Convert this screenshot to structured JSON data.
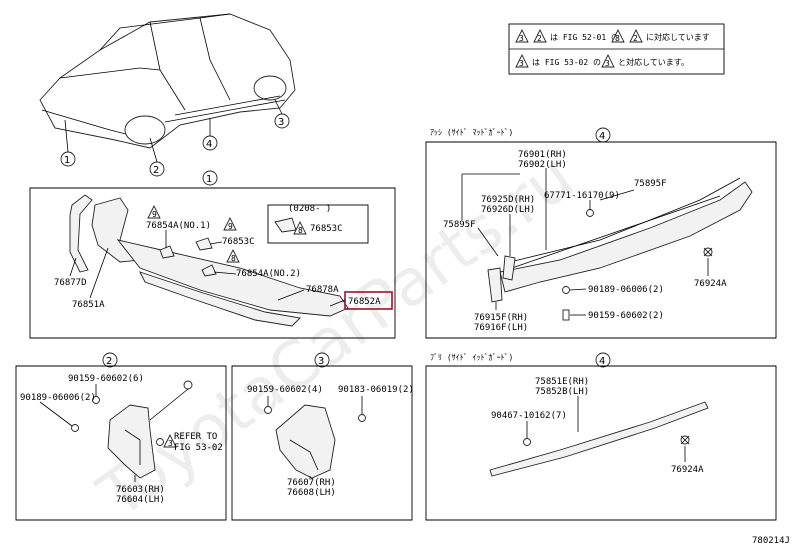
{
  "watermark": "ToyotaCarParts.ru",
  "figure_code": "780214J",
  "notes": {
    "line1_parts": [
      "3",
      "2",
      "は FIG 52-01 の",
      "8",
      "2",
      "に対応しています"
    ],
    "line2_parts": [
      "3",
      "は FIG 53-02 の",
      "3",
      "と対応しています。"
    ]
  },
  "callouts": {
    "c1": "1",
    "c2": "2",
    "c3": "3",
    "c4": "4"
  },
  "panel1": {
    "badge": "1",
    "parts": {
      "p76854A_top": "76854A(NO.1)",
      "p76853C": "76853C",
      "p76854A_mid": "76854A(NO.2)",
      "p76878A": "76878A",
      "p76852A": "76852A",
      "p76877D": "76877D",
      "p76851A": "76851A",
      "inset_code": "(0208-   )",
      "inset_part": "76853C"
    },
    "tri_a": "9",
    "tri_b": "9",
    "tri_c": "8",
    "tri_d": "8"
  },
  "panel4a": {
    "badge": "4",
    "title": "ｱｯｼ  (ｻｲﾄﾞ  ﾏｯﾄﾞｶﾞｰﾄﾞ)",
    "parts": {
      "p76901": "76901(RH)",
      "p76902": "76902(LH)",
      "p67771": "67771-16170(9)",
      "p75895F_r": "75895F",
      "p76925D": "76925D(RH)",
      "p76926D": "76926D(LH)",
      "p75895F_l": "75895F",
      "p76924A": "76924A",
      "p90189": "90189-06006(2)",
      "p90159": "90159-60602(2)",
      "p76915F": "76915F(RH)",
      "p76916F": "76916F(LH)"
    }
  },
  "panel2": {
    "badge": "2",
    "parts": {
      "p90159": "90159-60602(6)",
      "p90189": "90189-06006(2)",
      "refer1": "REFER TO",
      "refer2": "FIG 53-02",
      "p76603": "76603(RH)",
      "p76604": "76604(LH)"
    },
    "tri": "3"
  },
  "panel3": {
    "badge": "3",
    "parts": {
      "p90159": "90159-60602(4)",
      "p90183": "90183-06019(2)",
      "p76607": "76607(RH)",
      "p76608": "76608(LH)"
    }
  },
  "panel4b": {
    "badge": "4",
    "title": "ﾌﾞﾘ (ｻｲﾄﾞ  ｲｯﾄﾞｶﾞｰﾄﾞ)",
    "parts": {
      "p75851E": "75851E(RH)",
      "p75852B": "75852B(LH)",
      "p90467": "90467-10162(7)",
      "p76924A": "76924A"
    }
  }
}
